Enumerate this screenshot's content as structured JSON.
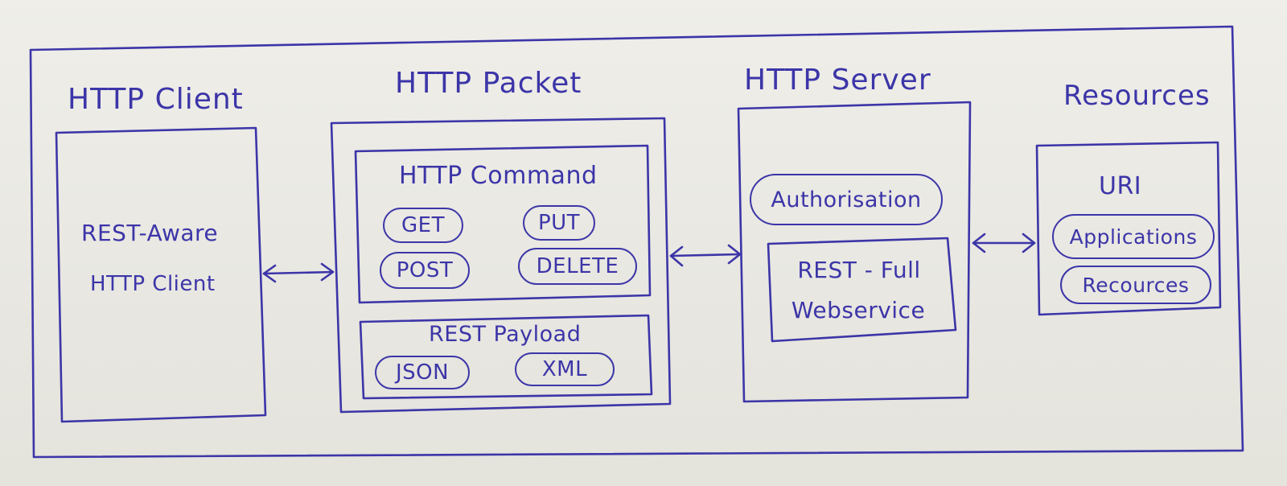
{
  "client": {
    "title": "HTTP Client",
    "line1": "REST-Aware",
    "line2": "HTTP Client"
  },
  "packet": {
    "title": "HTTP Packet",
    "command": {
      "title": "HTTP Command",
      "methods": [
        "GET",
        "PUT",
        "POST",
        "DELETE"
      ]
    },
    "payload": {
      "title": "REST Payload",
      "formats": [
        "JSON",
        "XML"
      ]
    }
  },
  "server": {
    "title": "HTTP Server",
    "auth": "Authorisation",
    "service_line1": "REST - Full",
    "service_line2": "Webservice"
  },
  "resources": {
    "title": "Resources",
    "uri": "URI",
    "items": [
      "Applications",
      "Recources"
    ]
  },
  "colors": {
    "ink": "#3c35a8",
    "paper": "#ebeae4"
  }
}
